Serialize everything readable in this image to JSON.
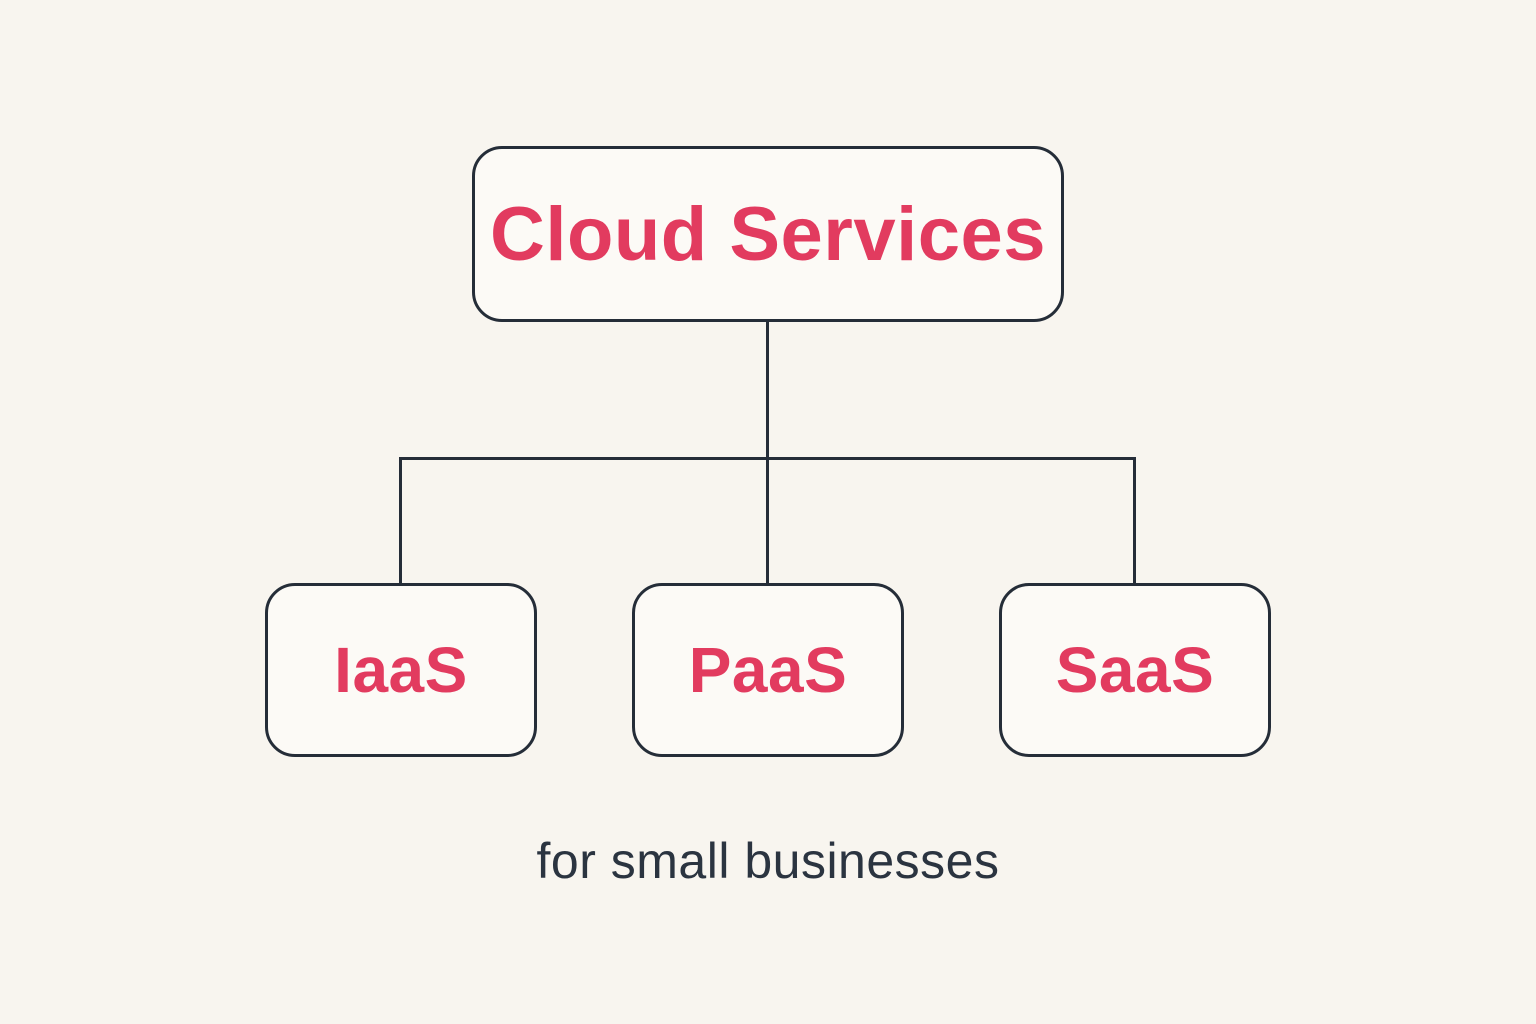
{
  "diagram": {
    "root": {
      "label": "Cloud Services"
    },
    "children": [
      {
        "label": "IaaS"
      },
      {
        "label": "PaaS"
      },
      {
        "label": "SaaS"
      }
    ],
    "caption": "for small businesses"
  },
  "colors": {
    "background": "#f8f5ef",
    "node_fill": "#fcfaf6",
    "node_border": "#252d38",
    "connector_line": "#252d38",
    "accent_text": "#e23b5f",
    "caption_text": "#2b3440"
  }
}
